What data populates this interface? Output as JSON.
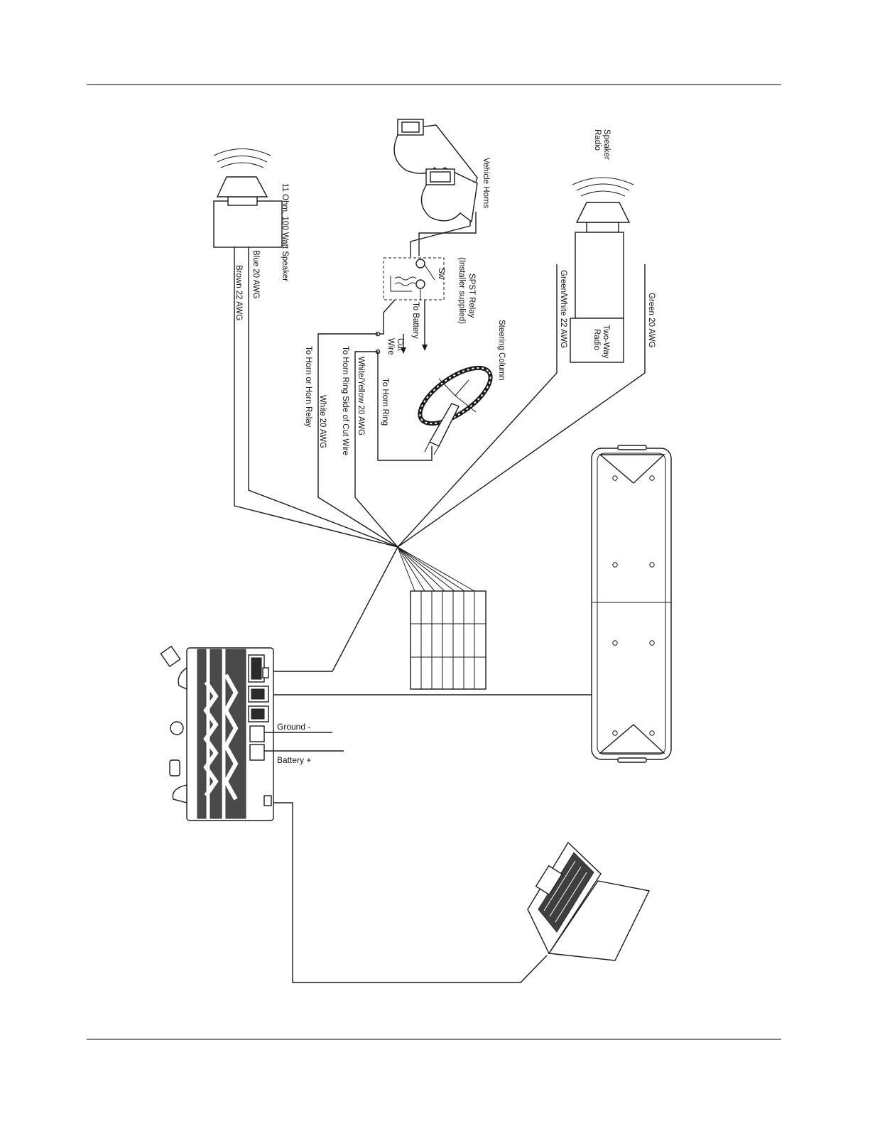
{
  "labels": {
    "speaker_11ohm": "11 Ohm, 100 Watt Speaker",
    "blue_20awg": "Blue 20 AWG",
    "brown_22awg": "Brown 22 AWG",
    "vehicle_horns": "Vehicle Horns",
    "spst_relay": "SPST Relay",
    "installer_supplied": "(Installer supplied)",
    "sw": "Sw",
    "to_battery": "To Battery",
    "cut": "Cut",
    "wire": "Wire",
    "steering_column": "Steering Column",
    "to_horn_ring": "To Horn Ring",
    "white_yellow_20awg": "White/Yellow 20 AWG",
    "to_horn_ring_side": "To Horn Ring Side of Cut Wire",
    "white_20awg": "White 20 AWG",
    "to_horn_or_relay": "To Horn or Horn Relay",
    "radio": "Radio",
    "speaker": "Speaker",
    "green_white_22awg": "Green/White 22 AWG",
    "green_20awg": "Green 20 AWG",
    "two_way": "Two-Way",
    "radio_box": "Radio",
    "ground": "Ground -",
    "battery": "Battery +"
  },
  "colors": {
    "line": "#1a1a1a",
    "background": "#ffffff"
  }
}
